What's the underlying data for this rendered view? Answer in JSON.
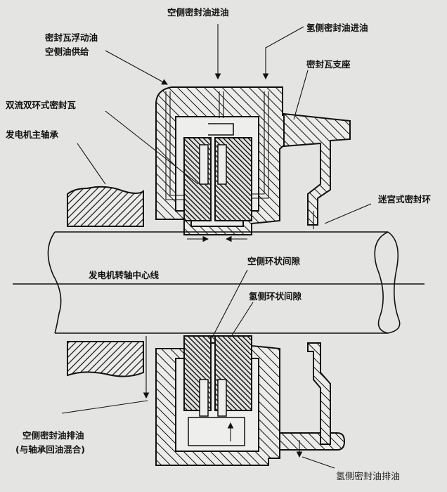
{
  "diagram": {
    "labels": {
      "air_side_inlet": "空侧密封油进油",
      "hydrogen_side_inlet": "氢侧密封油进油",
      "floating_supply_line1": "密封瓦浮动油",
      "floating_supply_line2": "空侧油供给",
      "seal_bracket": "密封瓦支座",
      "double_flow_seal": "双流双环式密封瓦",
      "main_bearing": "发电机主轴承",
      "labyrinth_seal": "迷宫式密封环",
      "shaft_centerline": "发电机转轴中心线",
      "air_side_gap": "空侧环状间隙",
      "hydrogen_side_gap": "氢侧环状间隙",
      "air_side_drain_line1": "空侧密封油排油",
      "air_side_drain_line2": "(与轴承回油混合)",
      "hydrogen_side_drain": "氢侧密封油排油"
    }
  }
}
